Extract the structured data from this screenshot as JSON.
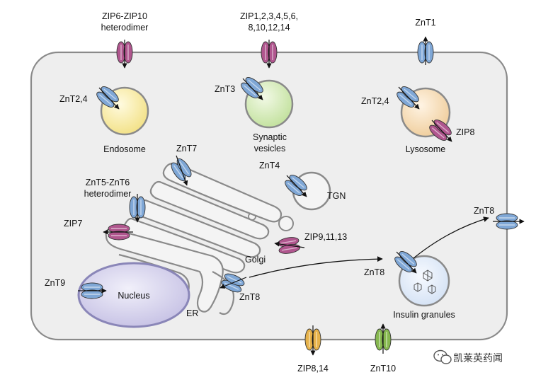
{
  "colors": {
    "cell_fill": "#eeeeee",
    "cell_stroke": "#8a8a8a",
    "znt_blue": "#7fa7d6",
    "zip_purple": "#b0568e",
    "zip_yellow": "#e6b24a",
    "znt10_green": "#86b84f",
    "endosome_fill": "#f8efb0",
    "synaptic_fill": "#d6ecb9",
    "lysosome_fill": "#f6dfc0",
    "nucleus_fill": "#d7d4ec",
    "nucleus_stroke": "#8a86b8",
    "granule_fill": "#e6eefa"
  },
  "labels": {
    "zip6_zip10_line1": "ZIP6-ZIP10",
    "zip6_zip10_line2": "heterodimer",
    "zip_multi_line1": "ZIP1,2,3,4,5,6,",
    "zip_multi_line2": "8,10,12,14",
    "znt1": "ZnT1",
    "znt2_4_endosome": "ZnT2,4",
    "endosome": "Endosome",
    "znt3": "ZnT3",
    "synaptic_line1": "Synaptic",
    "synaptic_line2": "vesicles",
    "znt2_4_lysosome": "ZnT2,4",
    "zip8_lysosome": "ZIP8",
    "lysosome": "Lysosome",
    "znt7": "ZnT7",
    "znt4": "ZnT4",
    "tgn": "TGN",
    "znt5_6_line1": "ZnT5-ZnT6",
    "znt5_6_line2": "heterodimer",
    "zip7": "ZIP7",
    "zip9_11_13": "ZIP9,11,13",
    "golgi": "Golgi",
    "znt8_right": "ZnT8",
    "znt8_granule": "ZnT8",
    "insulin_granules": "Insulin granules",
    "znt9": "ZnT9",
    "nucleus": "Nucleus",
    "znt8_er": "ZnT8",
    "er": "ER",
    "zip8_14": "ZIP8,14",
    "znt10": "ZnT10"
  },
  "watermark": {
    "text": "凯莱英药闻",
    "icon": "wechat-logo-icon"
  }
}
